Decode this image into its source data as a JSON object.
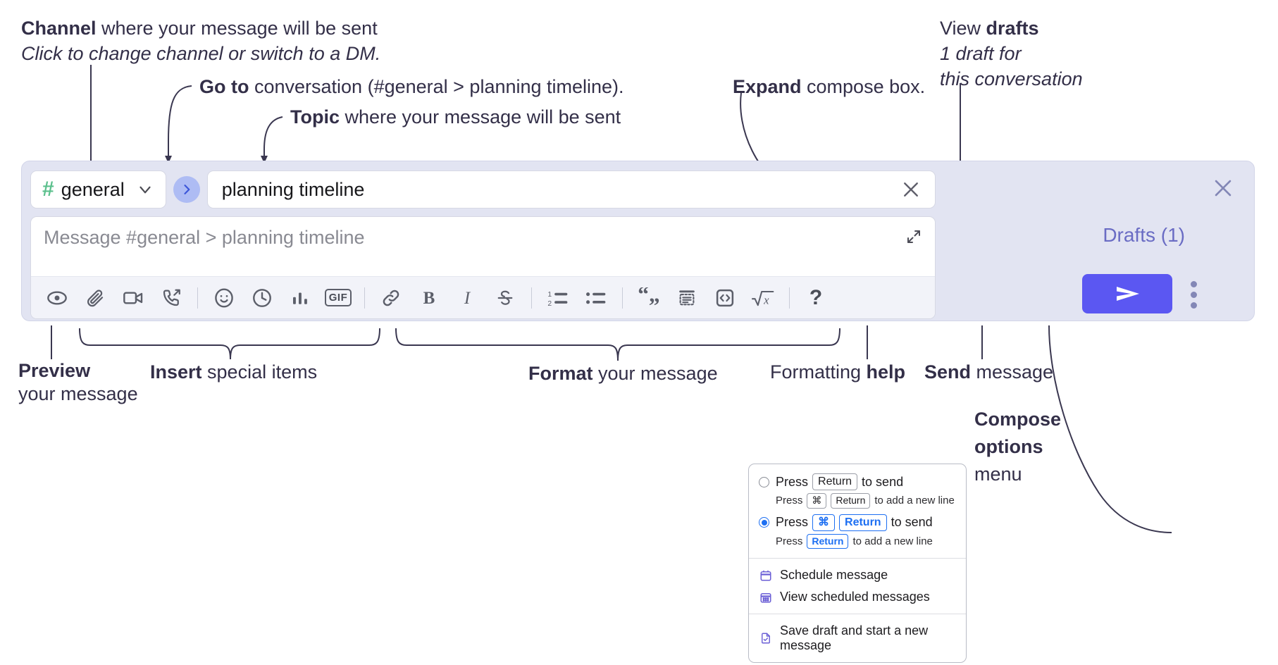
{
  "annotations": {
    "channel": {
      "bold": "Channel",
      "rest": " where your message will be sent",
      "italic": "Click to change channel or switch to a DM."
    },
    "goto": {
      "bold": "Go to",
      "rest": " conversation (#general > planning timeline)."
    },
    "topic": {
      "bold": "Topic",
      "rest": " where your message will be sent"
    },
    "expand": {
      "bold": "Expand",
      "rest": " compose box."
    },
    "drafts": {
      "line1_reg": "View ",
      "line1_bold": "drafts",
      "line2": "1 draft for",
      "line3": "this conversation"
    },
    "preview": {
      "bold": "Preview",
      "line2": "your message"
    },
    "insert": {
      "bold": "Insert",
      "rest": " special items"
    },
    "format": {
      "bold": "Format",
      "rest": " your message"
    },
    "help": {
      "reg": "Formatting ",
      "bold": "help"
    },
    "send": {
      "bold": "Send",
      "rest": " message"
    },
    "compose_options": {
      "line1": "Compose",
      "line2": "options",
      "line3": "menu"
    }
  },
  "compose": {
    "channel_name": "general",
    "channel_hash": "#",
    "topic_value": "planning timeline",
    "message_placeholder": "Message #general > planning timeline",
    "drafts_label": "Drafts (1)",
    "icons": {
      "channel_chevron": "chevron-down-icon",
      "goto": "goto-arrow-icon",
      "topic_clear": "close-icon",
      "expand": "expand-icon",
      "panel_close": "close-icon",
      "send": "send-paper-plane-icon",
      "kebab": "compose-options-kebab-icon"
    },
    "toolbar": [
      {
        "name": "preview-icon",
        "label": "Preview"
      },
      {
        "name": "attachment-icon",
        "label": "Attach file"
      },
      {
        "name": "video-clip-icon",
        "label": "Record video clip"
      },
      {
        "name": "audio-clip-icon",
        "label": "Record audio clip"
      },
      {
        "sep": true
      },
      {
        "name": "emoji-icon",
        "label": "Emoji"
      },
      {
        "name": "clock-icon",
        "label": "Reminder"
      },
      {
        "name": "poll-icon",
        "label": "Poll"
      },
      {
        "name": "gif-icon",
        "label": "GIF"
      },
      {
        "sep": true
      },
      {
        "name": "link-icon",
        "label": "Link"
      },
      {
        "name": "bold-icon",
        "label": "Bold"
      },
      {
        "name": "italic-icon",
        "label": "Italic"
      },
      {
        "name": "strikethrough-icon",
        "label": "Strikethrough"
      },
      {
        "sep": true
      },
      {
        "name": "ordered-list-icon",
        "label": "Ordered list"
      },
      {
        "name": "bulleted-list-icon",
        "label": "Bulleted list"
      },
      {
        "sep": true
      },
      {
        "name": "blockquote-icon",
        "label": "Blockquote"
      },
      {
        "name": "code-block-icon",
        "label": "Code block"
      },
      {
        "name": "code-icon",
        "label": "Code"
      },
      {
        "name": "math-icon",
        "label": "Math"
      },
      {
        "sep": true
      },
      {
        "name": "help-icon",
        "label": "?"
      }
    ]
  },
  "options_menu": {
    "option1": {
      "selected": false,
      "main_pre": "Press",
      "main_key": "Return",
      "main_post": "to send",
      "sub_pre": "Press",
      "sub_key1": "⌘",
      "sub_key2": "Return",
      "sub_post": "to add a new line"
    },
    "option2": {
      "selected": true,
      "main_pre": "Press",
      "main_key1": "⌘",
      "main_key2": "Return",
      "main_post": "to send",
      "sub_pre": "Press",
      "sub_key": "Return",
      "sub_post": "to add a new line"
    },
    "items": [
      {
        "icon": "calendar-schedule-icon",
        "label": "Schedule message"
      },
      {
        "icon": "calendar-list-icon",
        "label": "View scheduled messages"
      },
      {
        "icon": "save-draft-icon",
        "label": "Save draft and start a new message"
      }
    ]
  },
  "colors": {
    "panel_bg": "#e2e4f2",
    "send_button": "#5b57f2",
    "hash_green": "#5cc08d",
    "goto_circle": "#aebcf4",
    "drafts_text": "#6a6cc4",
    "accent_blue": "#1d6ff2",
    "menu_icon_purple": "#6b5fd6"
  }
}
